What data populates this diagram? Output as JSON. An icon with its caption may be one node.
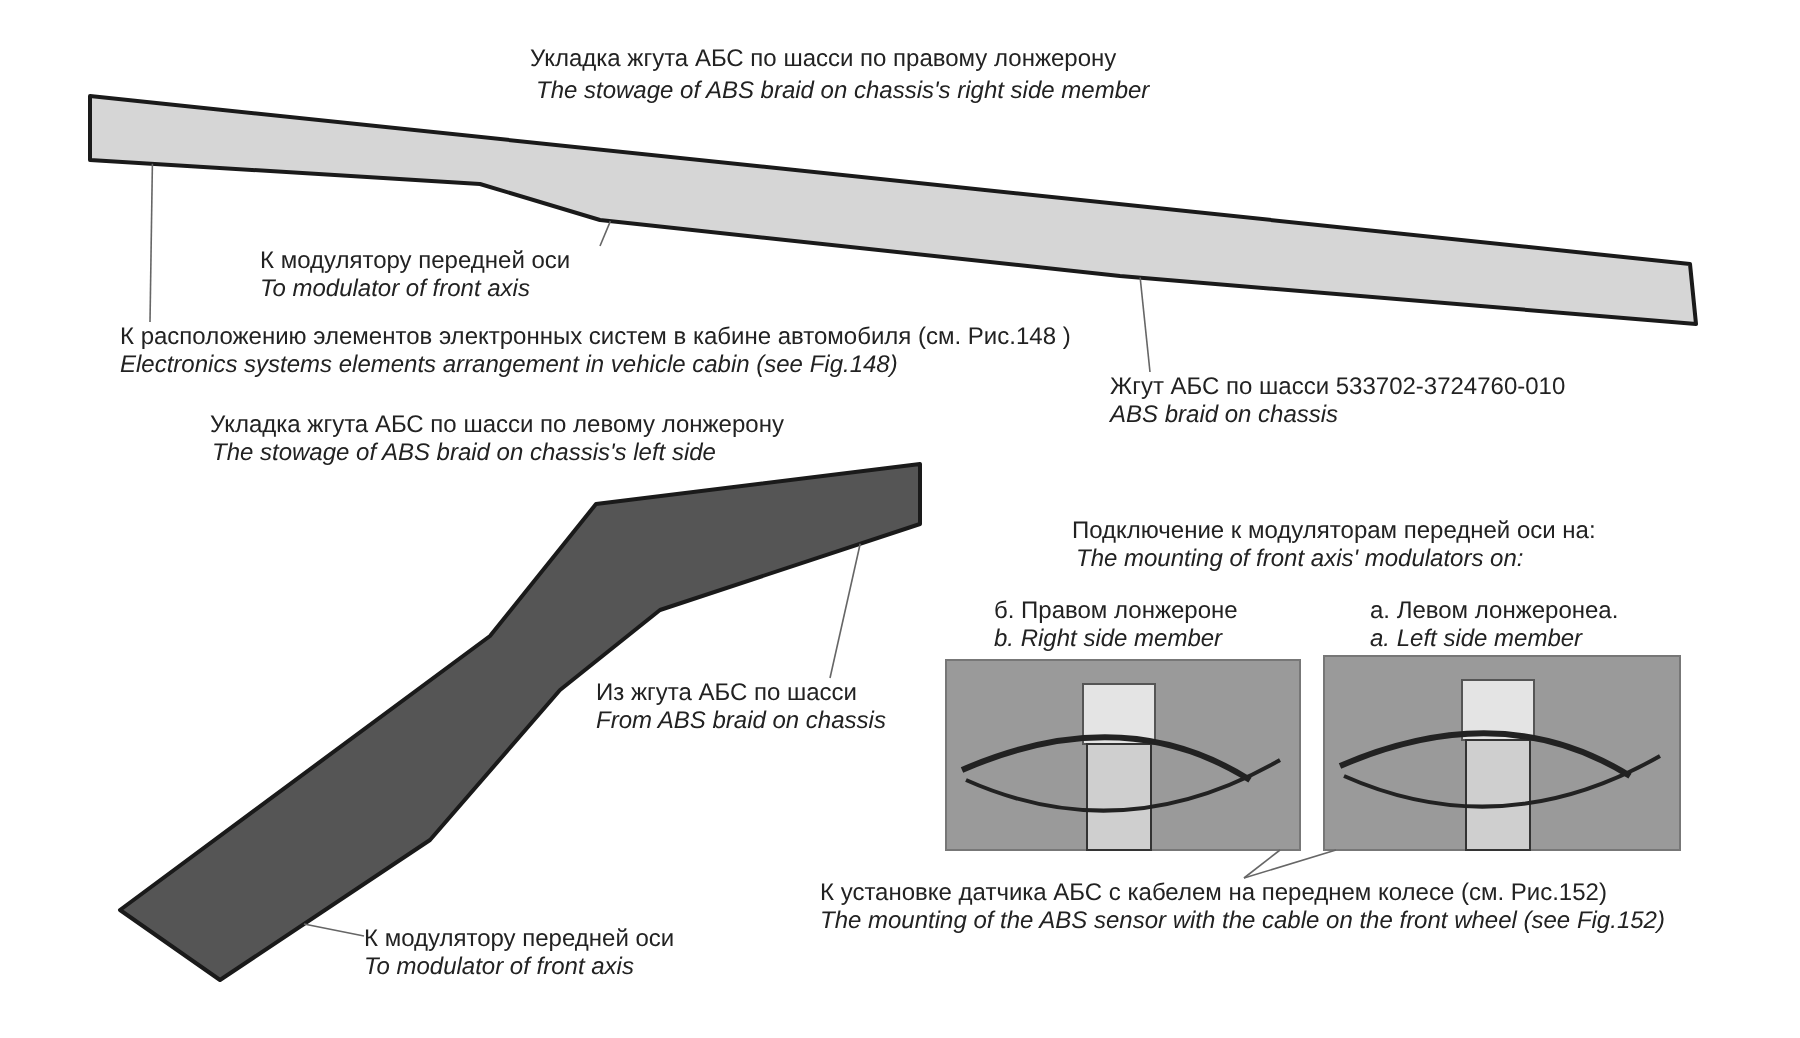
{
  "diagram": {
    "nodes": [
      {
        "text": [],
        "shape": "picture",
        "beside": [
          "Укладка жгута АБС по шасси по правому лонжерону",
          "The stowage of ABS braid on chassis's right side member"
        ]
      },
      {
        "text": [
          "К модулятору передней оси",
          "To modulator of front axis"
        ]
      },
      {
        "text": [
          "К расположению элементов электронных систем в кабине автомобиля (см. Рис.148 )",
          "Electronics systems elements arrangement in vehicle cabin (see Fig.148)"
        ]
      },
      {
        "text": [
          "Жгут АБС по шасси 533702-3724760-010",
          "ABS braid on chassis"
        ]
      },
      {
        "text": [],
        "shape": "picture",
        "beside": [
          "Укладка жгута АБС по шасси по левому лонжерону",
          "The stowage of ABS braid on chassis's left side"
        ]
      },
      {
        "text": [
          "Из жгута АБС по шасси",
          "From ABS braid on chassis"
        ]
      },
      {
        "text": [
          "К модулятору передней оси",
          "To modulator of front axis"
        ]
      },
      {
        "text": [],
        "shape": "picture",
        "beside": [
          "б. Правом лонжероне",
          "b. Right side member"
        ]
      },
      {
        "text": [],
        "shape": "picture",
        "beside": [
          "а. Левом лонжеронеа.",
          "a. Left side member"
        ]
      },
      {
        "text": [
          "К установке датчика АБС с кабелем на переднем колесе (см. Рис.152)",
          "The mounting of the ABS sensor with the cable on the front wheel (see Fig.152)"
        ]
      }
    ],
    "edges": [
      {
        "from": 1,
        "to": 0,
        "arrow": "none"
      },
      {
        "from": 2,
        "to": 0,
        "arrow": "none"
      },
      {
        "from": 3,
        "to": 0,
        "arrow": "none"
      },
      {
        "from": 5,
        "to": 4,
        "arrow": "none"
      },
      {
        "from": 6,
        "to": 4,
        "arrow": "none"
      },
      {
        "from": 9,
        "to": 7,
        "arrow": "none"
      },
      {
        "from": 9,
        "to": 8,
        "arrow": "none"
      }
    ],
    "labels": [
      "Подключение к модуляторам передней оси на:",
      "The mounting of front axis' modulators on:"
    ]
  }
}
